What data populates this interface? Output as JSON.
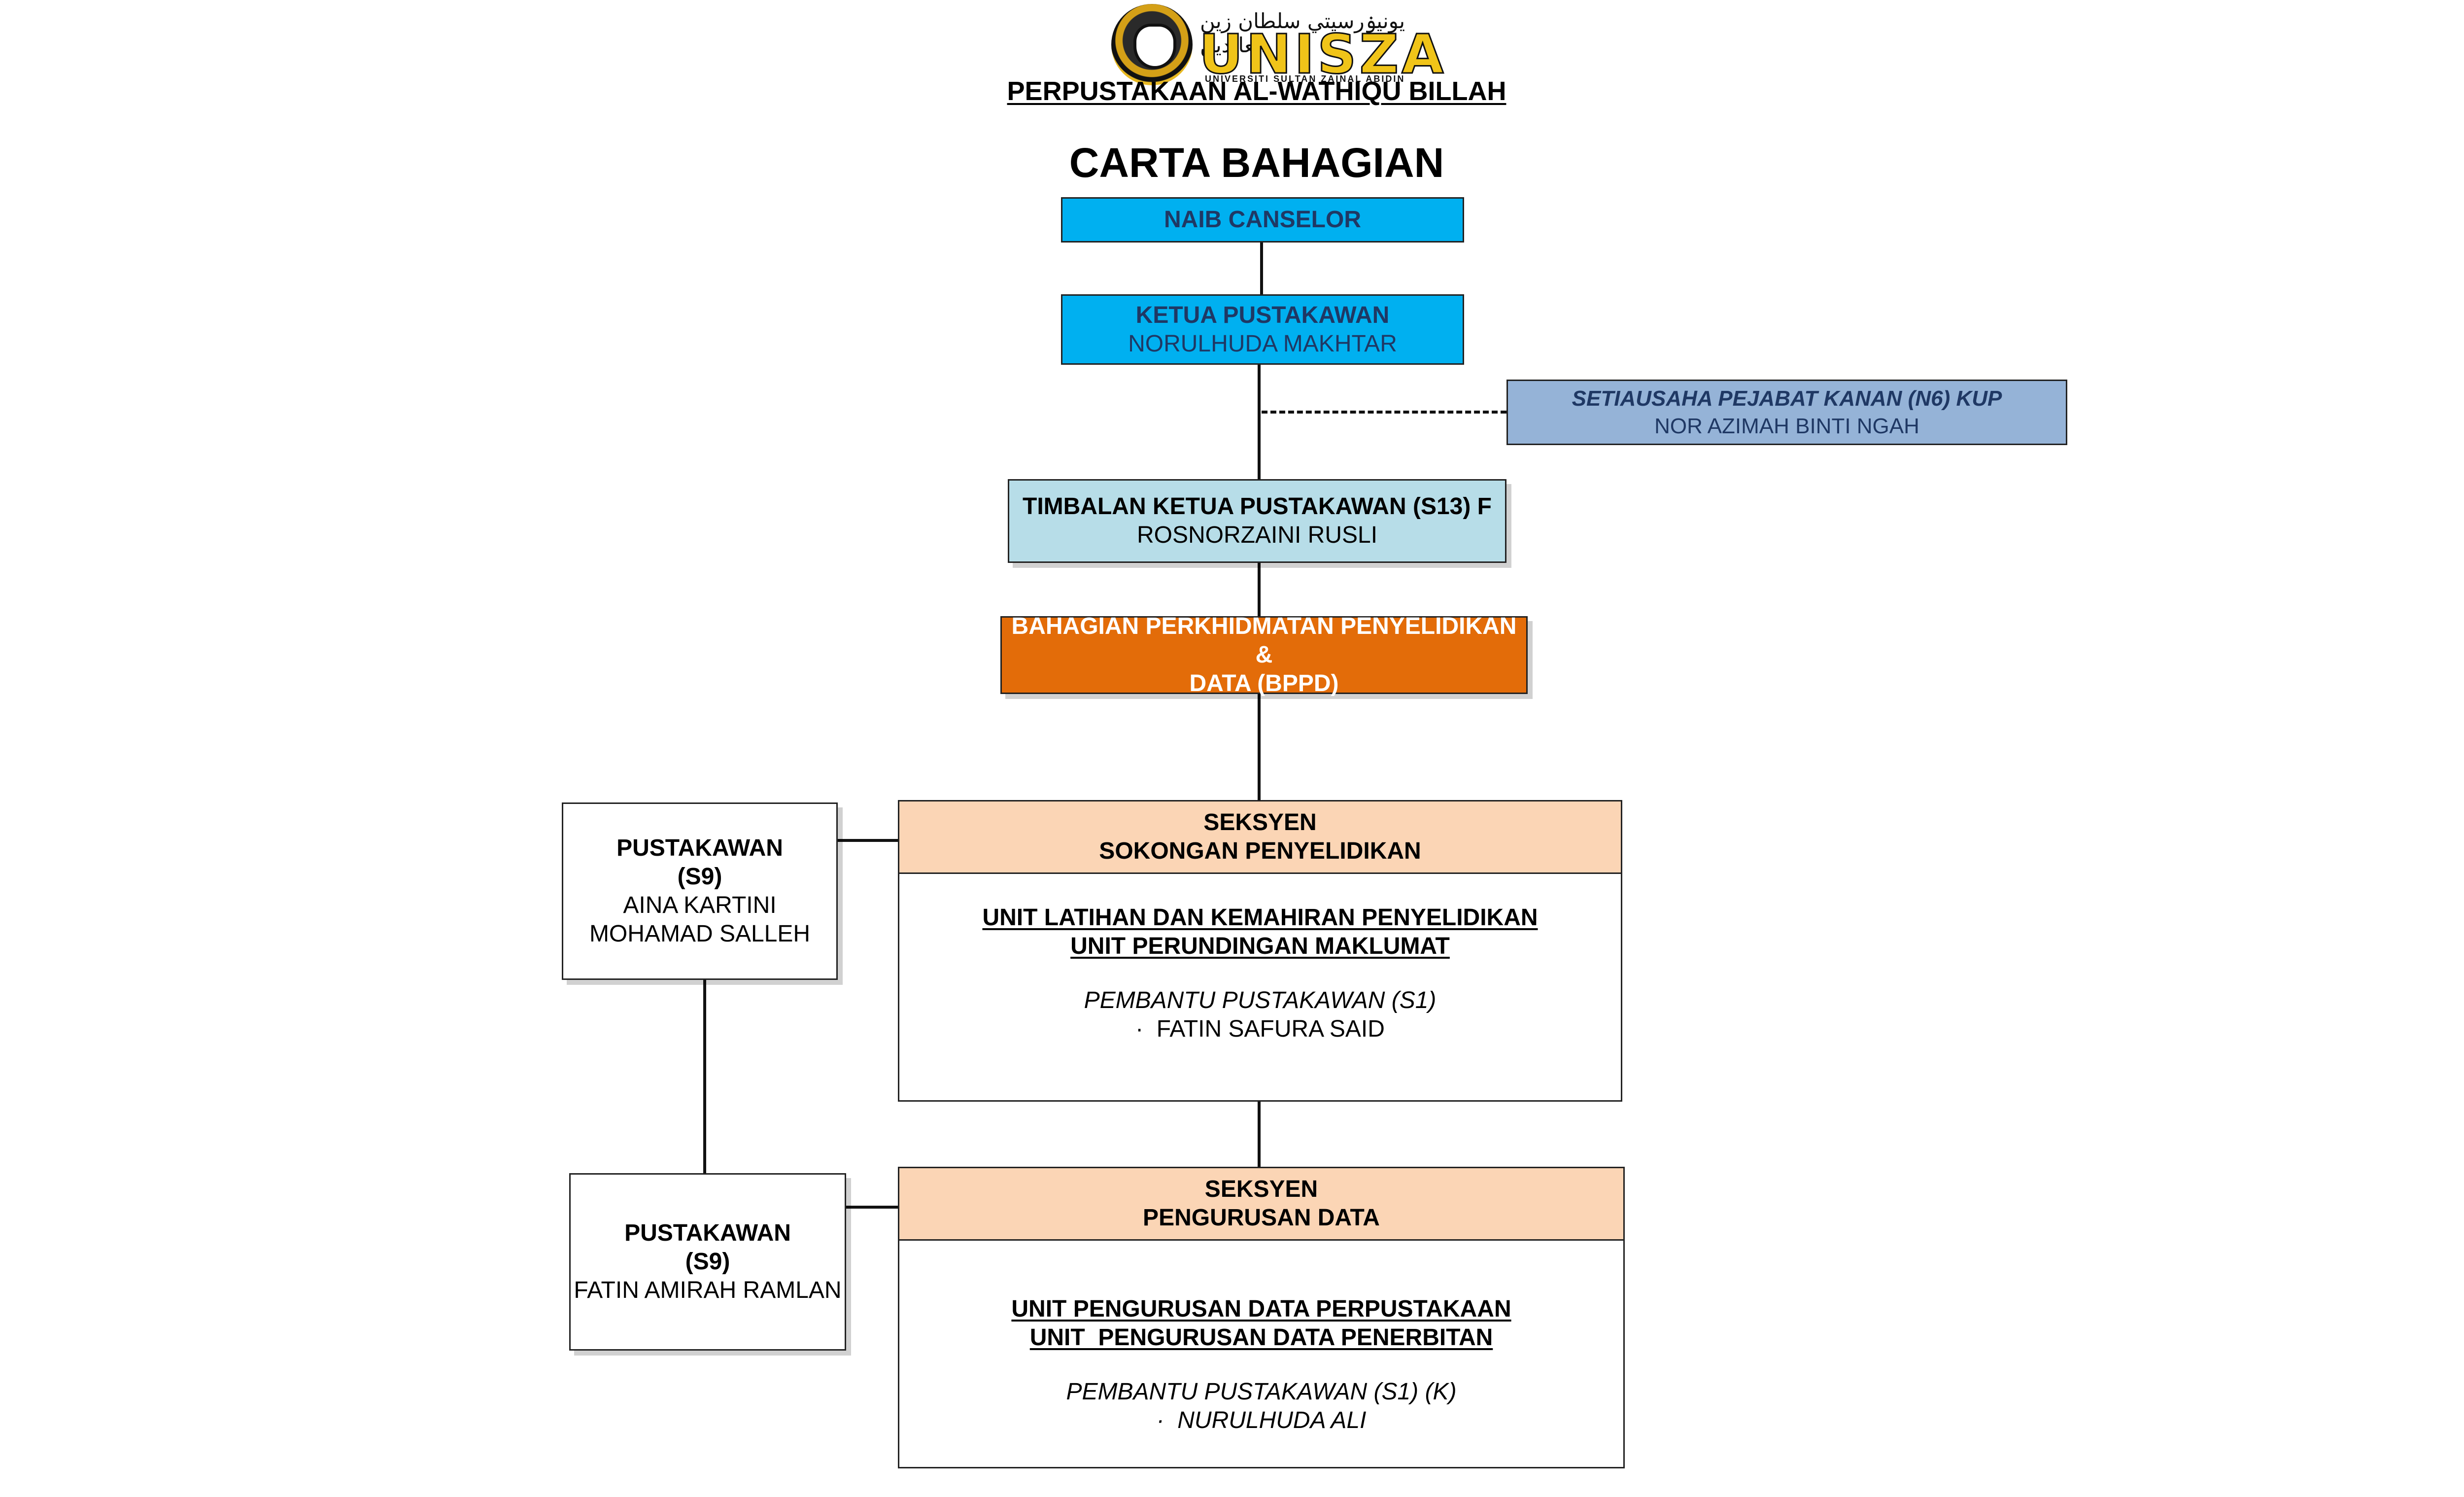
{
  "header": {
    "logo_jawi": "يونيۏرسيتي سلطان زين العابدين",
    "logo_word": "UNISZA",
    "logo_tagline": "UNIVERSITI SULTAN ZAINAL ABIDIN",
    "library_name": "PERPUSTAKAAN AL-WATHIQU BILLAH",
    "title": "CARTA BAHAGIAN"
  },
  "nodes": {
    "naib_canselor": "NAIB CANSELOR",
    "ketua": {
      "role": "KETUA PUSTAKAWAN",
      "name": "NORULHUDA MAKHTAR"
    },
    "setiausaha": {
      "role": "SETIAUSAHA PEJABAT KANAN (N6) KUP",
      "name": "NOR AZIMAH BINTI NGAH"
    },
    "timbalan": {
      "role": "TIMBALAN KETUA PUSTAKAWAN (S13) F",
      "name": "ROSNORZAINI RUSLI"
    },
    "bahagian": {
      "line1": "BAHAGIAN PERKHIDMATAN PENYELIDIKAN &",
      "line2": "DATA (BPPD)"
    },
    "pustakawan1": {
      "role": "PUSTAKAWAN",
      "grade": "(S9)",
      "name1": "AINA KARTINI",
      "name2": "MOHAMAD SALLEH"
    },
    "pustakawan2": {
      "role": "PUSTAKAWAN",
      "grade": "(S9)",
      "name": "FATIN AMIRAH RAMLAN"
    }
  },
  "sections": [
    {
      "title1": "SEKSYEN",
      "title2": "SOKONGAN PENYELIDIKAN",
      "units": [
        "UNIT LATIHAN DAN KEMAHIRAN PENYELIDIKAN",
        "UNIT PERUNDINGAN MAKLUMAT"
      ],
      "staff_role": "PEMBANTU PUSTAKAWAN (S1)",
      "staff_name": "FATIN SAFURA SAID"
    },
    {
      "title1": "SEKSYEN",
      "title2": "PENGURUSAN DATA",
      "units": [
        "UNIT PENGURUSAN DATA PERPUSTAKAAN",
        "UNIT  PENGURUSAN DATA PENERBITAN"
      ],
      "staff_role": "PEMBANTU PUSTAKAWAN (S1) (K)",
      "staff_name": "NURULHUDA ALI"
    }
  ],
  "bullet": "·",
  "colors": {
    "top_blue": "#00b0f0",
    "top_blue_text": "#1f3864",
    "secretary_fill": "#95b3d7",
    "secretary_text": "#1f3864",
    "deputy_fill": "#b7dde8",
    "division_fill": "#e36c09",
    "section_header_fill": "#fbd5b5"
  }
}
